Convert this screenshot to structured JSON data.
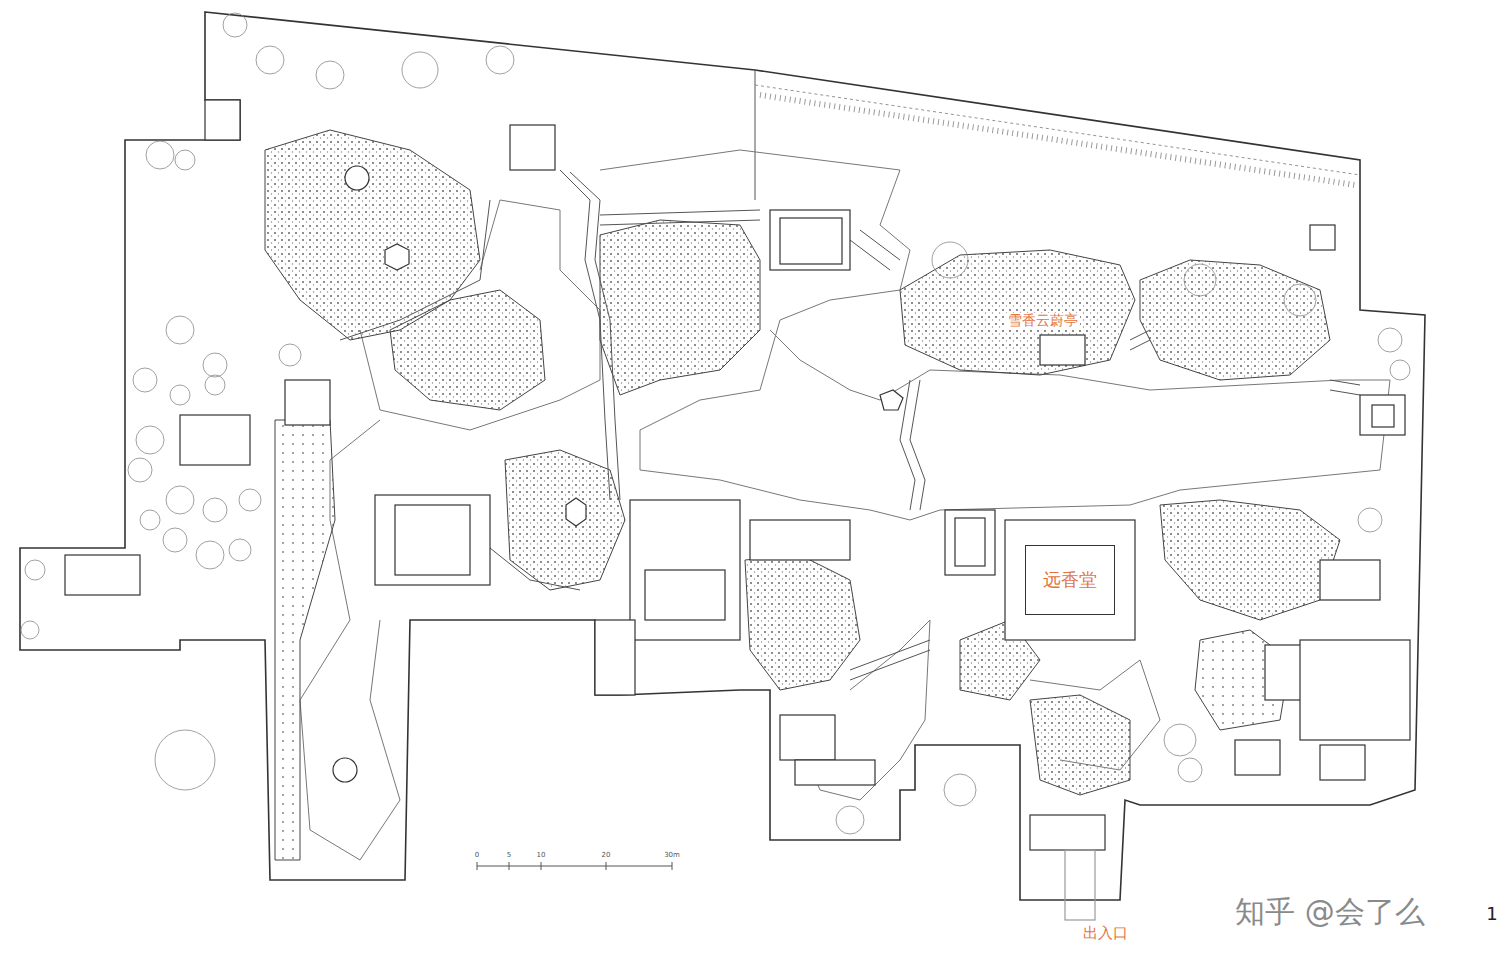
{
  "diagram": {
    "nodes": [
      {
        "text": [
          "远香堂"
        ]
      }
    ],
    "labels": [
      "雪香云蔚亭",
      "出入口",
      "0",
      "5",
      "10",
      "20",
      "30m",
      "知乎 @会了么",
      "1"
    ]
  }
}
